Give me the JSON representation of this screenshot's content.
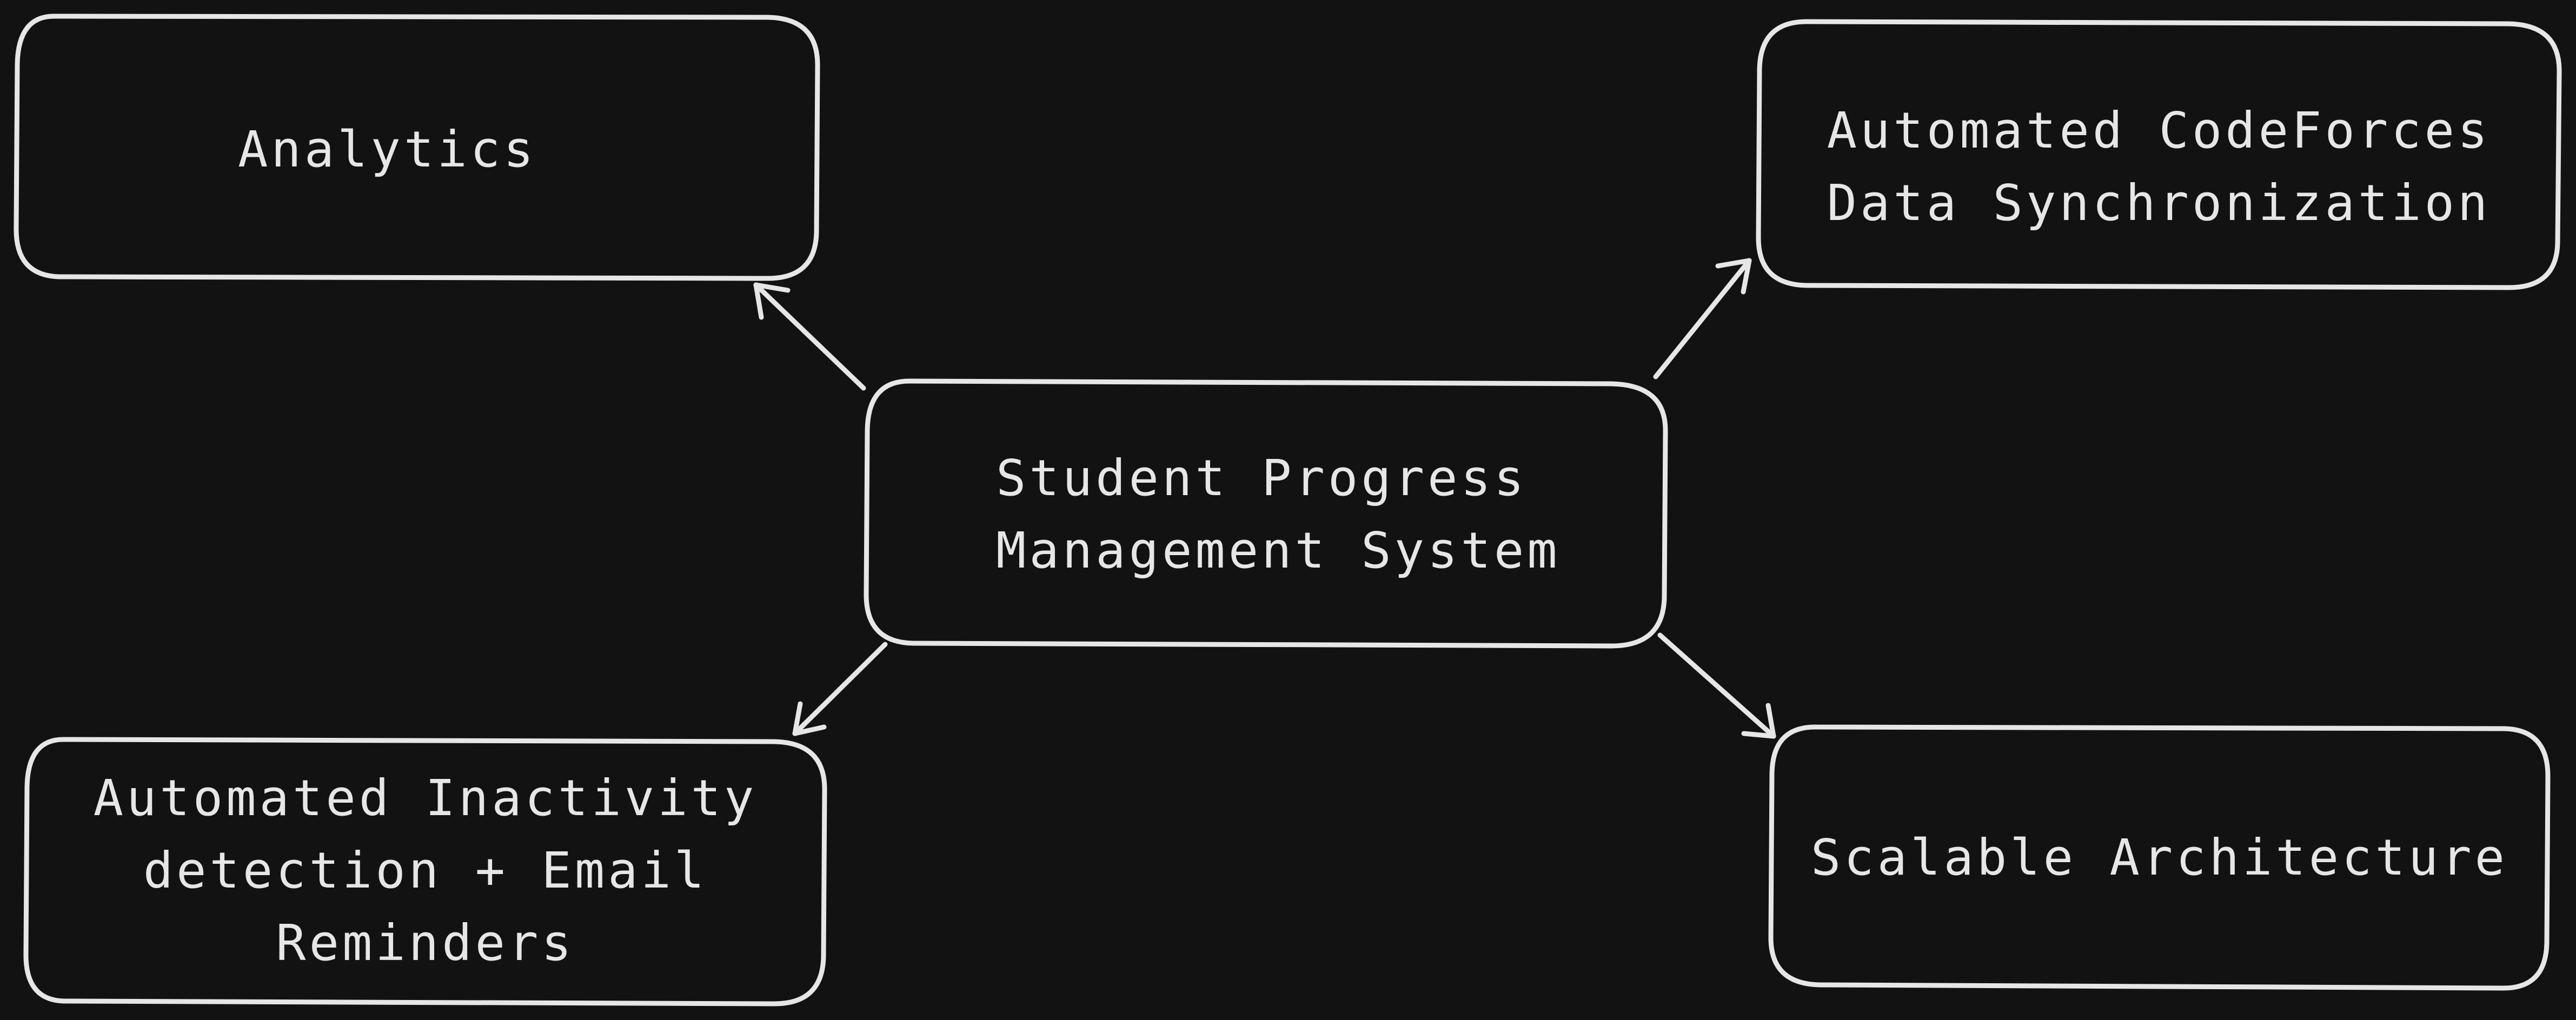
{
  "colors": {
    "background": "#121212",
    "stroke": "#e6e6e6",
    "text": "#e6e6e6"
  },
  "nodes": {
    "center": {
      "lines": [
        "Student Progress",
        "Management System"
      ]
    },
    "analytics": {
      "lines": [
        "Analytics"
      ]
    },
    "codeforces_sync": {
      "lines": [
        "Automated CodeForces",
        "Data Synchronization"
      ]
    },
    "inactivity": {
      "lines": [
        "Automated Inactivity",
        "detection + Email",
        "Reminders"
      ]
    },
    "scalable": {
      "lines": [
        "Scalable Architecture"
      ]
    }
  },
  "edges": [
    {
      "from": "center",
      "to": "analytics"
    },
    {
      "from": "center",
      "to": "codeforces_sync"
    },
    {
      "from": "center",
      "to": "inactivity"
    },
    {
      "from": "center",
      "to": "scalable"
    }
  ]
}
